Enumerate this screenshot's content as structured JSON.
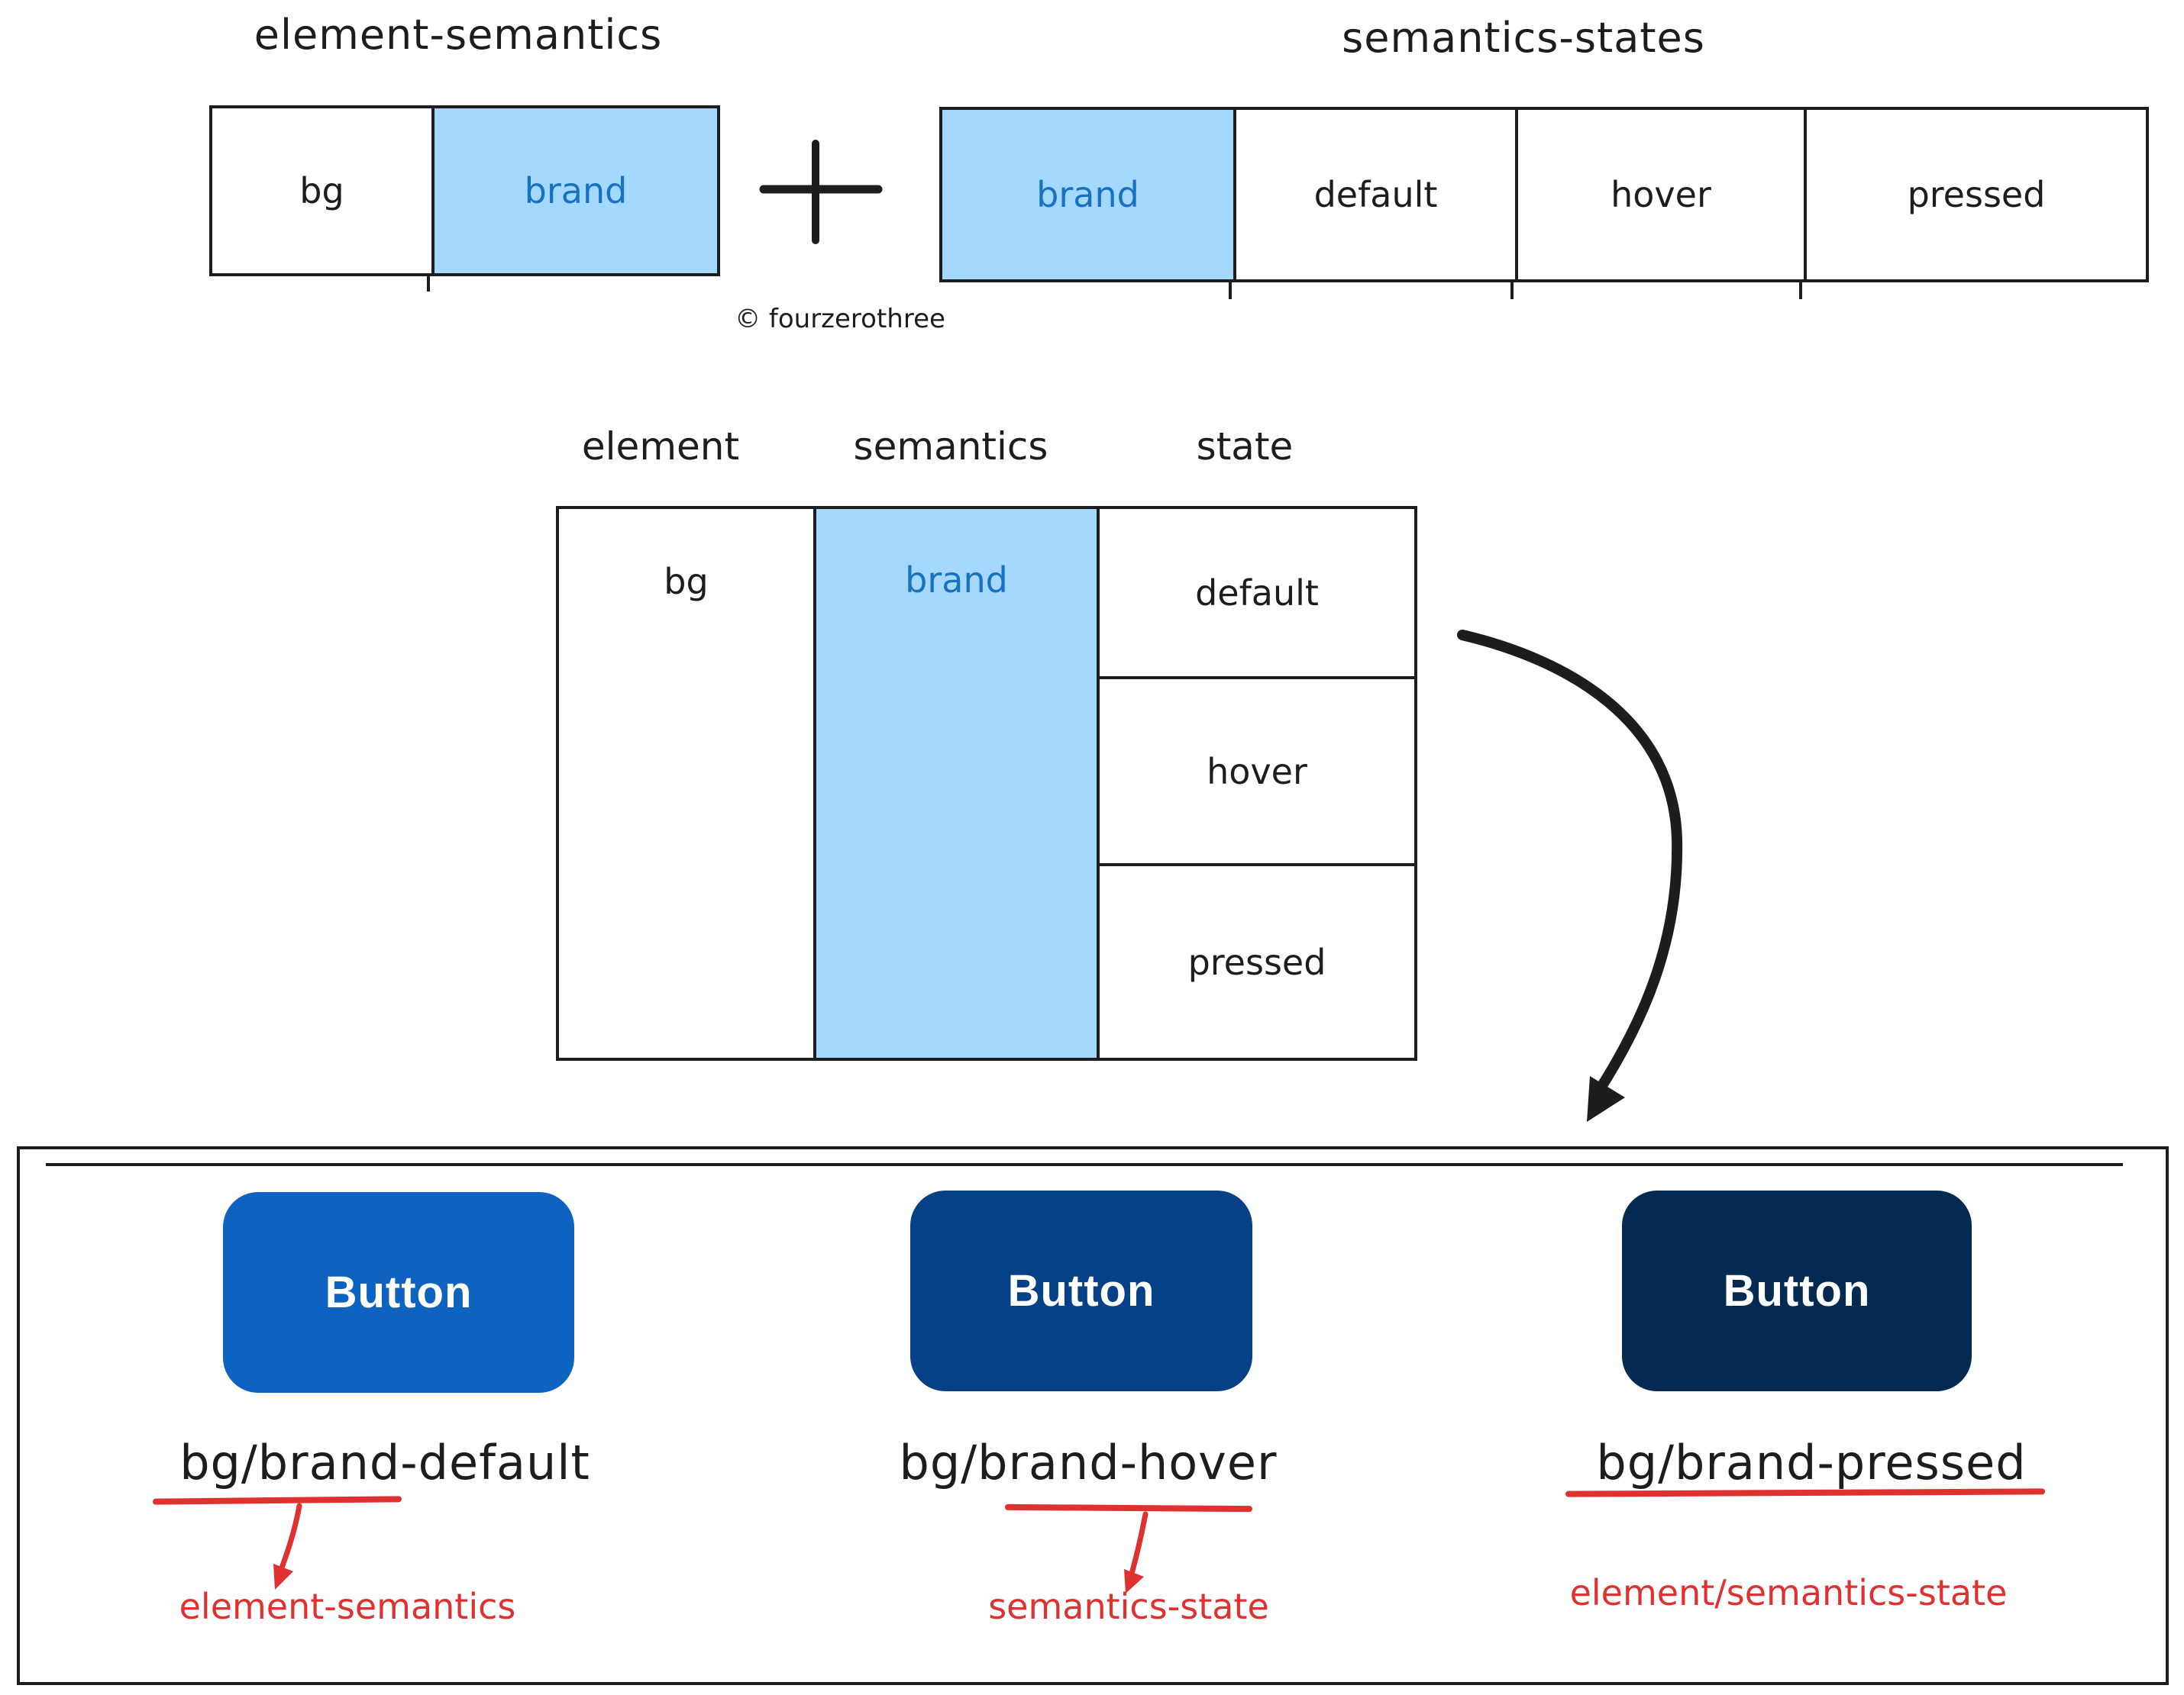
{
  "colors": {
    "ink": "#1d1d1f",
    "highlight_fill": "#a5d8ff",
    "highlight_text": "#1971c2",
    "annotation_red": "#e03131",
    "button_default": "#0e63c0",
    "button_hover": "#064086",
    "button_pressed": "#052a52",
    "button_text": "#ffffff"
  },
  "top": {
    "left_table": {
      "title": "element-semantics",
      "cells": [
        {
          "label": "bg",
          "highlighted": false
        },
        {
          "label": "brand",
          "highlighted": true
        }
      ]
    },
    "plus_sign": "+",
    "right_table": {
      "title": "semantics-states",
      "cells": [
        {
          "label": "brand",
          "highlighted": true
        },
        {
          "label": "default",
          "highlighted": false
        },
        {
          "label": "hover",
          "highlighted": false
        },
        {
          "label": "pressed",
          "highlighted": false
        }
      ]
    },
    "credit": "© fourzerothree"
  },
  "middle": {
    "column_headers": [
      "element",
      "semantics",
      "state"
    ],
    "element_cell": "bg",
    "semantics_cell": "brand",
    "state_cells": [
      "default",
      "hover",
      "pressed"
    ]
  },
  "bottom": {
    "examples": [
      {
        "button_label": "Button",
        "token": "bg/brand-default",
        "annotation": "element-semantics"
      },
      {
        "button_label": "Button",
        "token": "bg/brand-hover",
        "annotation": "semantics-state"
      },
      {
        "button_label": "Button",
        "token": "bg/brand-pressed",
        "annotation": "element/semantics-state"
      }
    ]
  }
}
